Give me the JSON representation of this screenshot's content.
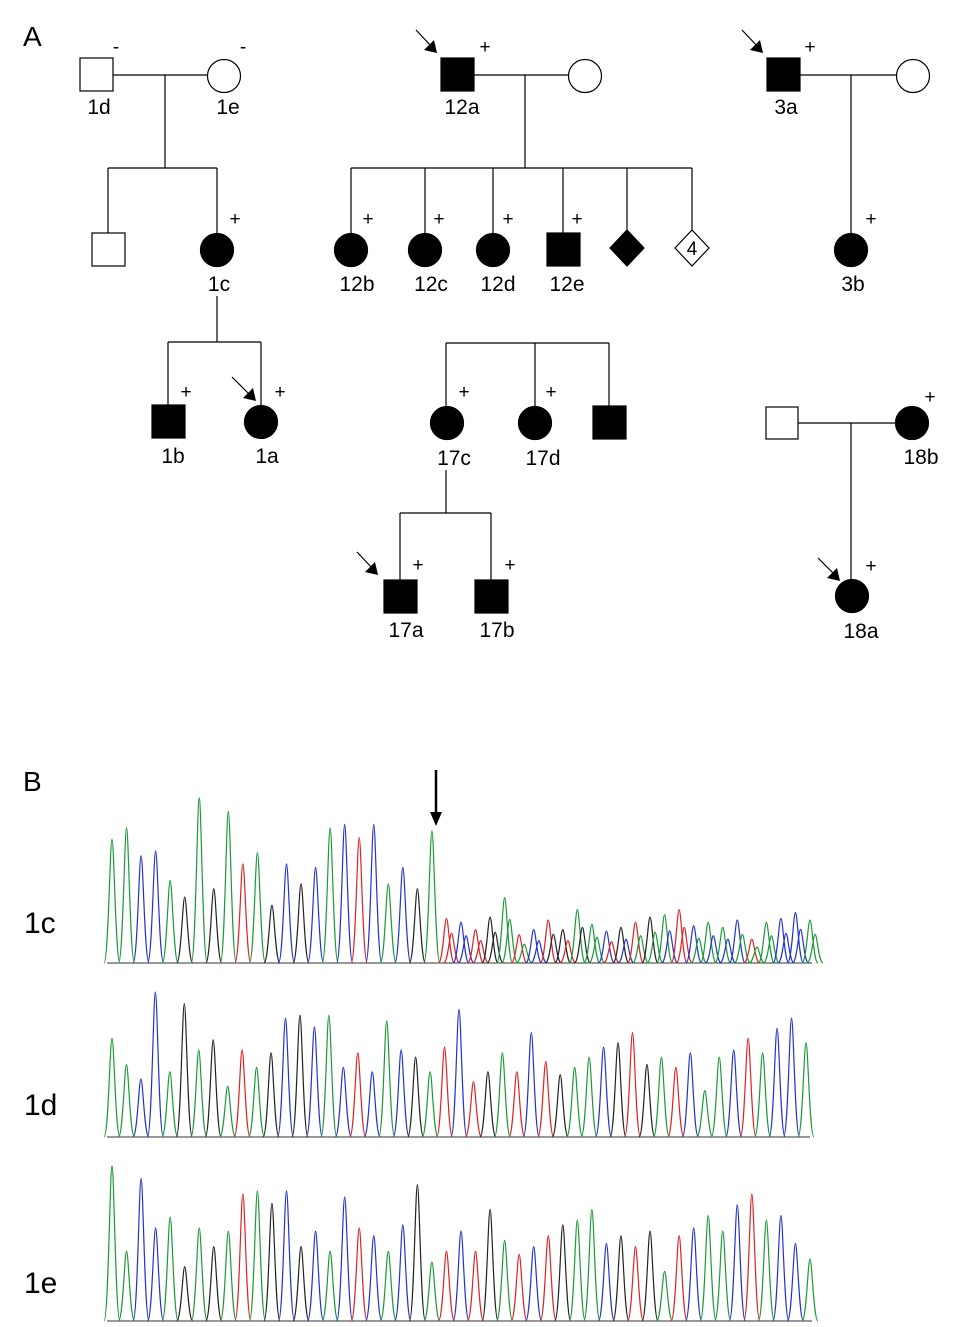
{
  "figure": {
    "panel_a_label": "A",
    "panel_b_label": "B"
  },
  "pedigree": {
    "individuals": [
      {
        "id": "1d",
        "label": "1d",
        "sex": "male",
        "affected": false,
        "status": "-",
        "proband": false
      },
      {
        "id": "1e",
        "label": "1e",
        "sex": "female",
        "affected": false,
        "status": "-",
        "proband": false
      },
      {
        "id": "1sib",
        "label": "",
        "sex": "male",
        "affected": false,
        "status": "",
        "proband": false
      },
      {
        "id": "1c",
        "label": "1c",
        "sex": "female",
        "affected": true,
        "status": "+",
        "proband": false
      },
      {
        "id": "1b",
        "label": "1b",
        "sex": "male",
        "affected": true,
        "status": "+",
        "proband": false
      },
      {
        "id": "1a",
        "label": "1a",
        "sex": "female",
        "affected": true,
        "status": "+",
        "proband": true
      },
      {
        "id": "12a",
        "label": "12a",
        "sex": "male",
        "affected": true,
        "status": "+",
        "proband": true
      },
      {
        "id": "12sp",
        "label": "",
        "sex": "female",
        "affected": false,
        "status": "",
        "proband": false
      },
      {
        "id": "12b",
        "label": "12b",
        "sex": "female",
        "affected": true,
        "status": "+",
        "proband": false
      },
      {
        "id": "12c",
        "label": "12c",
        "sex": "female",
        "affected": true,
        "status": "+",
        "proband": false
      },
      {
        "id": "12d",
        "label": "12d",
        "sex": "female",
        "affected": true,
        "status": "+",
        "proband": false
      },
      {
        "id": "12e",
        "label": "12e",
        "sex": "male",
        "affected": true,
        "status": "+",
        "proband": false
      },
      {
        "id": "12f",
        "label": "",
        "sex": "unknown",
        "affected": true,
        "status": "",
        "proband": false
      },
      {
        "id": "12g",
        "label": "",
        "sex": "unknown",
        "affected": false,
        "status": "",
        "proband": false,
        "count": "4"
      },
      {
        "id": "3a",
        "label": "3a",
        "sex": "male",
        "affected": true,
        "status": "+",
        "proband": true
      },
      {
        "id": "3sp",
        "label": "",
        "sex": "female",
        "affected": false,
        "status": "",
        "proband": false
      },
      {
        "id": "3b",
        "label": "3b",
        "sex": "female",
        "affected": true,
        "status": "+",
        "proband": false
      },
      {
        "id": "17c",
        "label": "17c",
        "sex": "female",
        "affected": true,
        "status": "+",
        "proband": false
      },
      {
        "id": "17d",
        "label": "17d",
        "sex": "female",
        "affected": true,
        "status": "+",
        "proband": false
      },
      {
        "id": "17sib",
        "label": "",
        "sex": "male",
        "affected": true,
        "status": "",
        "proband": false
      },
      {
        "id": "17a",
        "label": "17a",
        "sex": "male",
        "affected": true,
        "status": "+",
        "proband": true
      },
      {
        "id": "17b",
        "label": "17b",
        "sex": "male",
        "affected": true,
        "status": "+",
        "proband": false
      },
      {
        "id": "18sp",
        "label": "",
        "sex": "male",
        "affected": false,
        "status": "",
        "proband": false
      },
      {
        "id": "18b",
        "label": "18b",
        "sex": "female",
        "affected": true,
        "status": "+",
        "proband": false
      },
      {
        "id": "18a",
        "label": "18a",
        "sex": "female",
        "affected": true,
        "status": "+",
        "proband": true
      }
    ]
  },
  "chromatograms": {
    "base_colors": {
      "A": "#1a9a36",
      "C": "#2233cc",
      "G": "#222222",
      "T": "#dd2222"
    },
    "variant_marker": "down-arrow",
    "traces": [
      {
        "sample": "1c",
        "label": "1c",
        "heterozygous_after_marker": true
      },
      {
        "sample": "1d",
        "label": "1d",
        "heterozygous_after_marker": false
      },
      {
        "sample": "1e",
        "label": "1e",
        "heterozygous_after_marker": false
      }
    ]
  }
}
